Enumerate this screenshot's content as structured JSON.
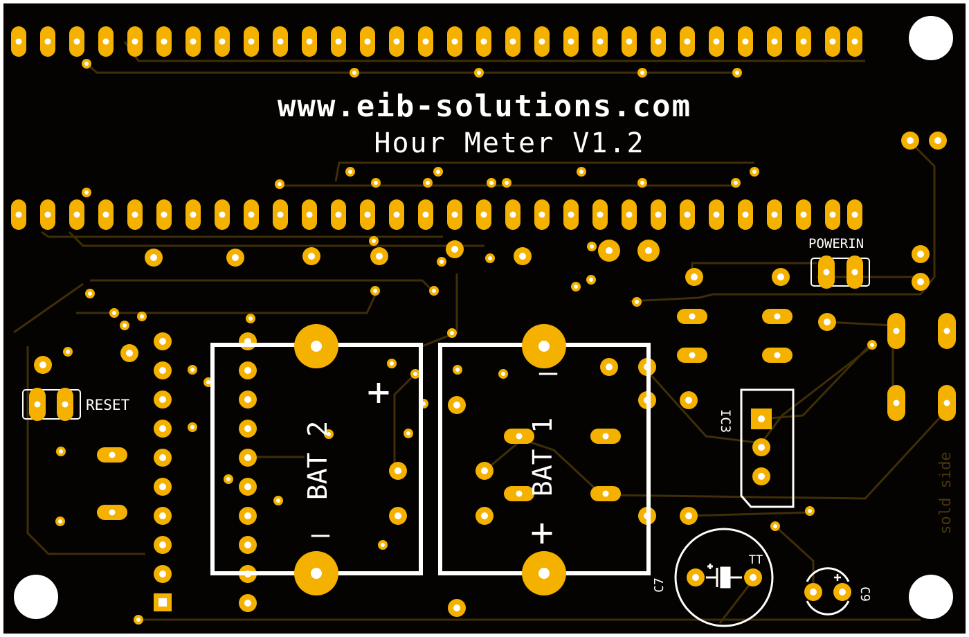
{
  "board": {
    "website": "www.eib-solutions.com",
    "title": "Hour Meter V1.2",
    "side_label": "sold side",
    "colors": {
      "board": "#040301",
      "copper": "#f4b100",
      "trace": "#3f2e07",
      "silk": "#ffffff",
      "hole": "#ffffff"
    }
  },
  "labels": {
    "reset": "RESET",
    "powerin": "POWERIN",
    "bat2": "BAT 2",
    "bat1": "BAT 1",
    "ic3": "IC3",
    "c7": "C7",
    "c9": "C9",
    "tt": "TT",
    "plus": "+",
    "minus": "—"
  },
  "icons": {
    "mounting_hole": "mounting-hole-icon",
    "pad": "solder-pad-icon",
    "via": "via-icon",
    "capacitor": "capacitor-symbol-icon"
  }
}
